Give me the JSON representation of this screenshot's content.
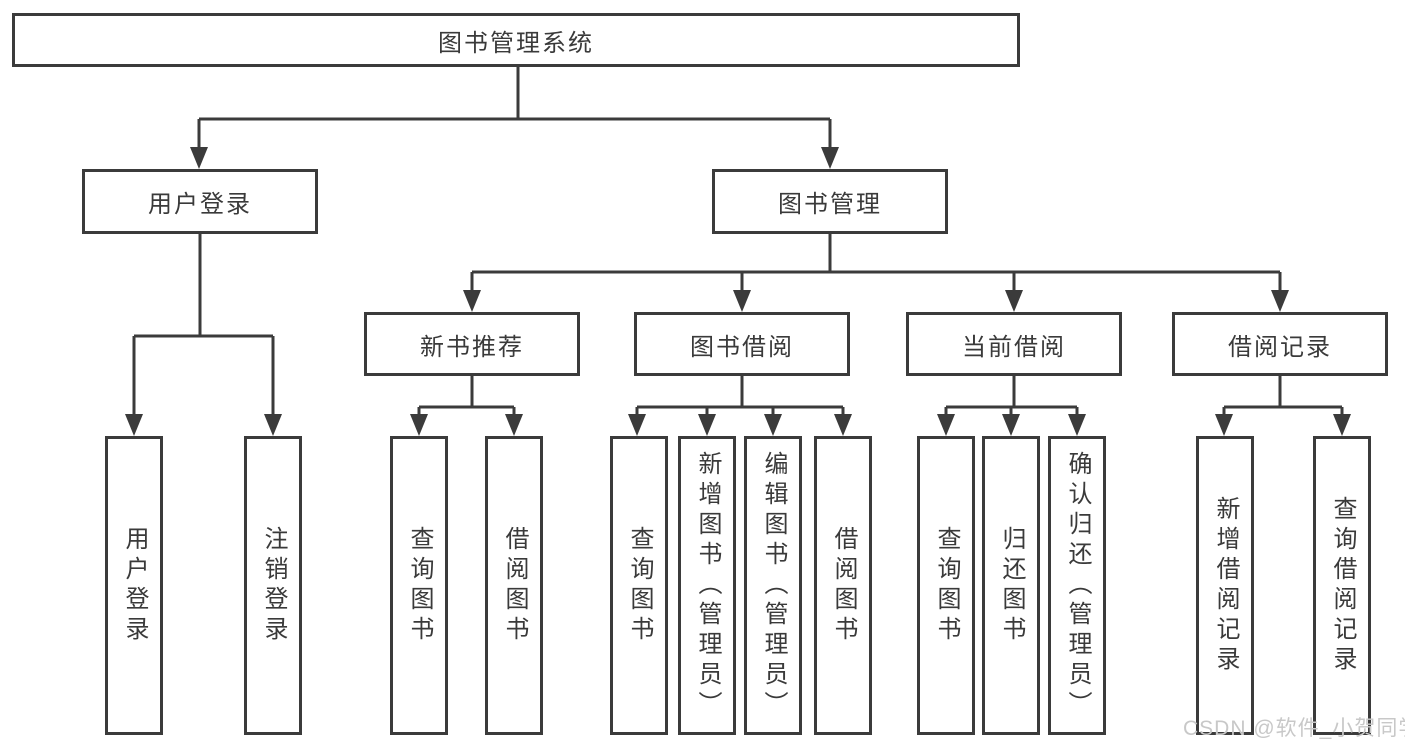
{
  "tree": {
    "root": {
      "label": "图书管理系统",
      "children": [
        {
          "label": "用户登录",
          "children": [
            {
              "label": "用户登录"
            },
            {
              "label": "注销登录"
            }
          ]
        },
        {
          "label": "图书管理",
          "children": [
            {
              "label": "新书推荐",
              "children": [
                {
                  "label": "查询图书"
                },
                {
                  "label": "借阅图书"
                }
              ]
            },
            {
              "label": "图书借阅",
              "children": [
                {
                  "label": "查询图书"
                },
                {
                  "label": "新增图书（管理员）"
                },
                {
                  "label": "编辑图书（管理员）"
                },
                {
                  "label": "借阅图书"
                }
              ]
            },
            {
              "label": "当前借阅",
              "children": [
                {
                  "label": "查询图书"
                },
                {
                  "label": "归还图书"
                },
                {
                  "label": "确认归还（管理员）"
                }
              ]
            },
            {
              "label": "借阅记录",
              "children": [
                {
                  "label": "新增借阅记录"
                },
                {
                  "label": "查询借阅记录"
                }
              ]
            }
          ]
        }
      ]
    }
  },
  "watermark": {
    "text": "CSDN @软件_小贺同学"
  },
  "colors": {
    "line": "#3b3b3b",
    "text": "#3a3a3a",
    "box_background": "#ffffff",
    "watermark": "#c8c8c8",
    "page_background": "#ffffff"
  }
}
